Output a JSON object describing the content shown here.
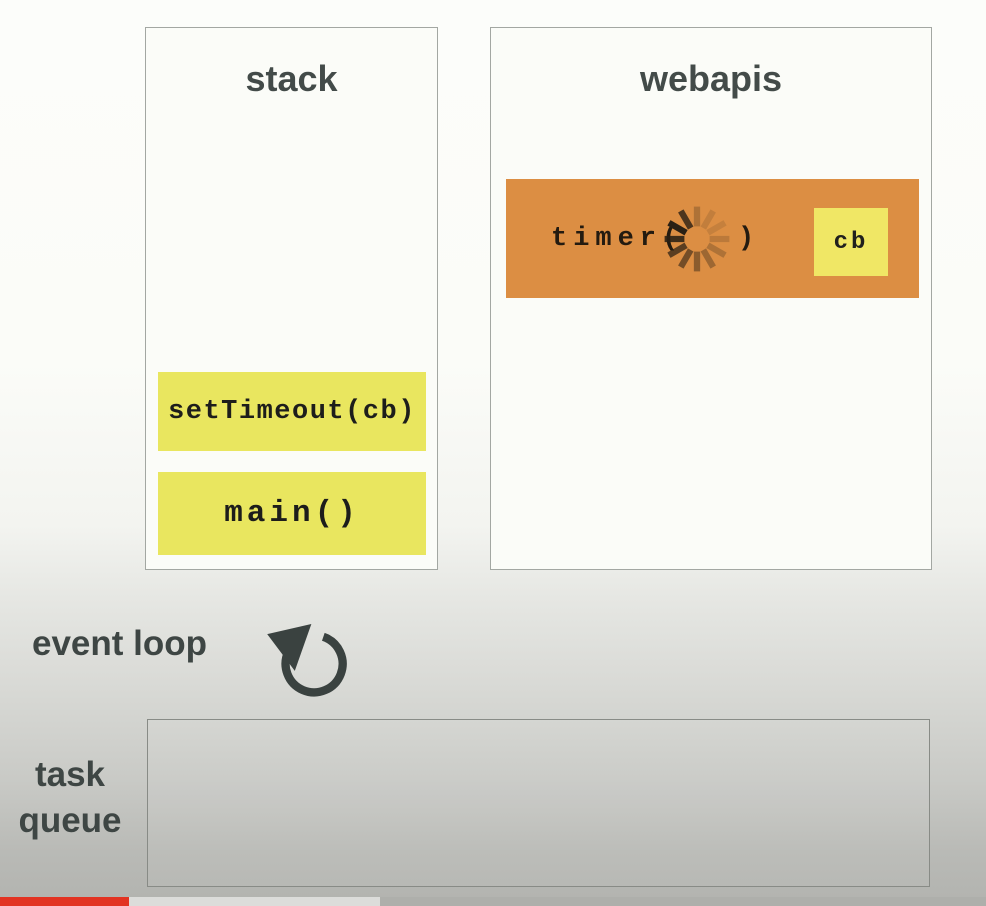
{
  "colors": {
    "label_text": "#3e4644",
    "panel_bg": "#fbfcf8",
    "panel_border": "#a3a7a2",
    "code_text": "#1d1d1b",
    "stack_frame_yellow": "#e9e65f",
    "callback_yellow": "#f0e765",
    "timer_orange": "#dc8e43",
    "queue_border": "#888b86",
    "progress_played_red": "#e23322",
    "progress_buffered_gray": "#dcdcda",
    "progress_track_gray": "#aeafab"
  },
  "stack_panel": {
    "title": "stack",
    "frames": [
      {
        "label": "setTimeout(cb)"
      },
      {
        "label": "main()"
      }
    ]
  },
  "webapis_panel": {
    "title": "webapis",
    "timer": {
      "label_open": "timer(",
      "label_close": ")",
      "spinner_icon": "loading-spinner",
      "callback_label": "cb"
    }
  },
  "event_loop": {
    "label": "event loop",
    "icon": "counterclockwise-loop-arrow"
  },
  "task_queue": {
    "label_line1": "task",
    "label_line2": "queue",
    "items": []
  },
  "player_progress": {
    "played_percent": 13.1,
    "buffered_percent": 38.5
  }
}
